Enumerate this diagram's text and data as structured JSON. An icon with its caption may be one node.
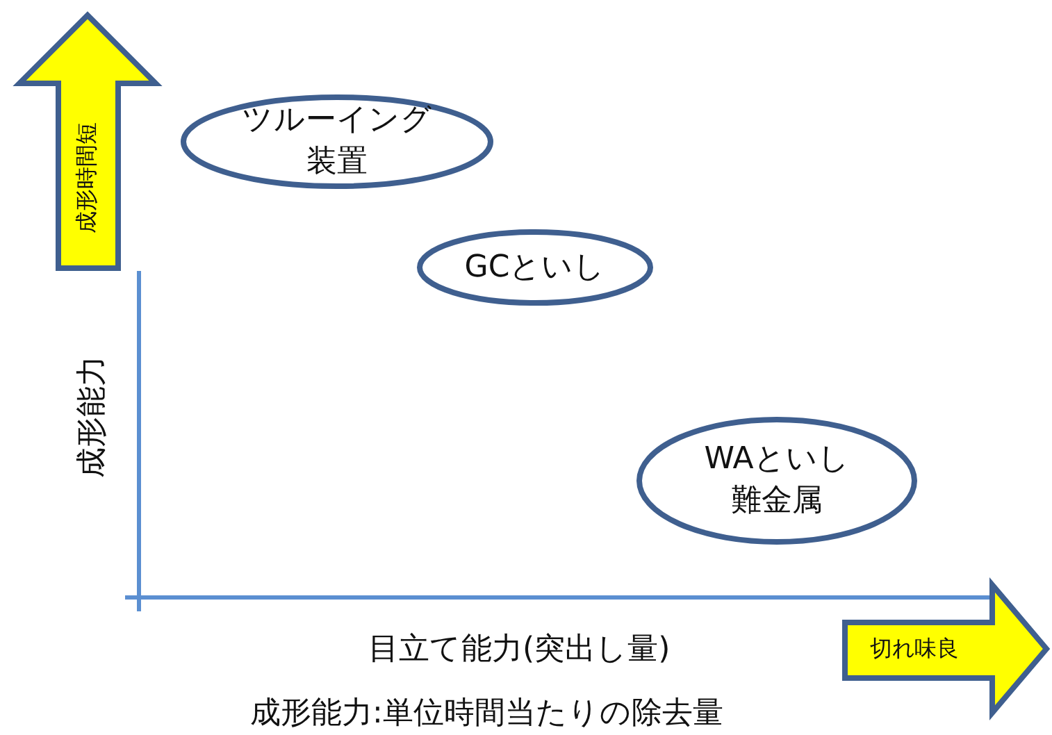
{
  "diagram": {
    "nodes": [
      {
        "text": [
          "成形時間短"
        ]
      },
      {
        "text": [
          "ツルーイング装置"
        ]
      },
      {
        "text": [
          "GCといし"
        ]
      },
      {
        "text": [
          "WAといし難金属"
        ]
      },
      {
        "text": [
          "切れ味良"
        ]
      }
    ],
    "labels": [
      "成形能力",
      "目立て能力(突出し量)",
      "成形能力:単位時間当たりの除去量"
    ]
  }
}
